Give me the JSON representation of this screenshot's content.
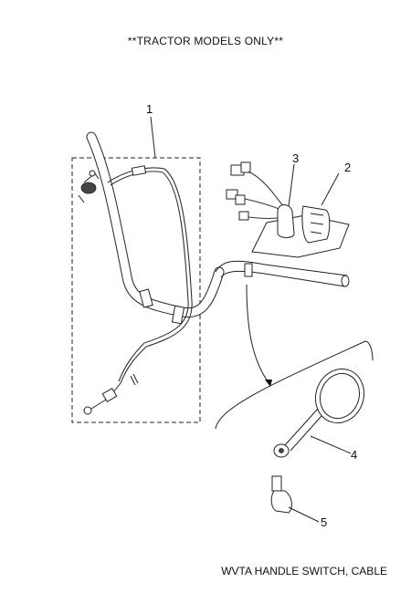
{
  "header": {
    "note": "**TRACTOR MODELS ONLY**"
  },
  "footer": {
    "caption": "WVTA HANDLE SWITCH, CABLE"
  },
  "callouts": [
    {
      "id": "1",
      "label": "1"
    },
    {
      "id": "2",
      "label": "2"
    },
    {
      "id": "3",
      "label": "3"
    },
    {
      "id": "4",
      "label": "4"
    },
    {
      "id": "5",
      "label": "5"
    }
  ]
}
